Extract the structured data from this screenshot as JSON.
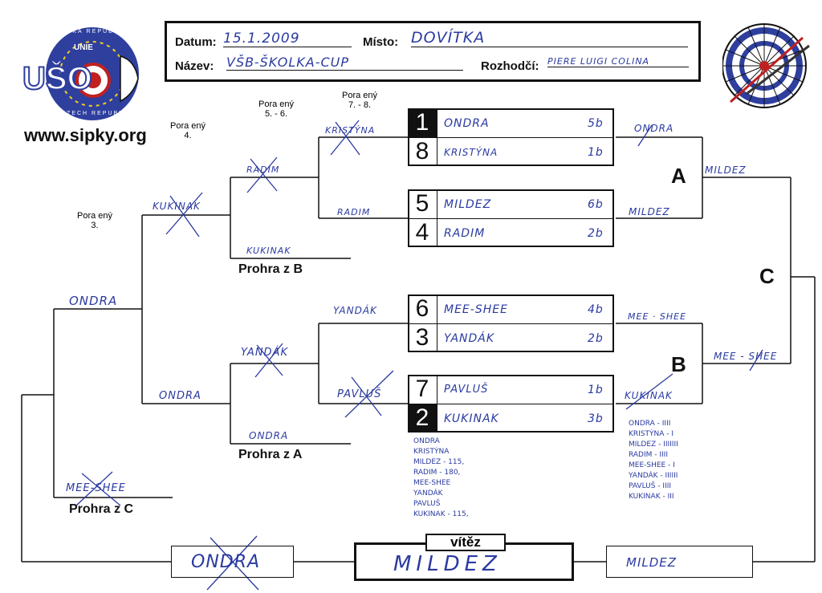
{
  "logo": {
    "org_text": "UNIE",
    "abbr": "UŠO",
    "ring_top": "ČESKÁ REPUBLIKA",
    "ring_bottom": "CZECH REPUBLIC",
    "website": "www.sipky.org"
  },
  "header": {
    "date_label": "Datum:",
    "date_value": "15.1.2009",
    "place_label": "Místo:",
    "place_value": "DOVÍTKA",
    "name_label": "Název:",
    "name_value": "VŠB-ŠKOLKA-CUP",
    "referee_label": "Rozhodčí:",
    "referee_value": "PIERE LUIGI COLINA"
  },
  "round_labels": {
    "r78": "Pora ený\n7. - 8.",
    "r56": "Pora ený\n5. - 6.",
    "r4": "Pora ený\n4.",
    "r3": "Pora ený\n3."
  },
  "sections": {
    "a": "A",
    "b": "B",
    "c": "C"
  },
  "loser_labels": {
    "from_b": "Prohra z B",
    "from_a": "Prohra z A",
    "from_c": "Prohra z C"
  },
  "matches": [
    {
      "seed": "1",
      "player": "ONDRA",
      "score": "5b"
    },
    {
      "seed": "8",
      "player": "KRISTÝNA",
      "score": "1b"
    },
    {
      "seed": "5",
      "player": "MILDEZ",
      "score": "6b"
    },
    {
      "seed": "4",
      "player": "RADIM",
      "score": "2b"
    },
    {
      "seed": "6",
      "player": "MEE-SHEE",
      "score": "4b"
    },
    {
      "seed": "3",
      "player": "YANDÁK",
      "score": "2b"
    },
    {
      "seed": "7",
      "player": "PAVLUŠ",
      "score": "1b"
    },
    {
      "seed": "2",
      "player": "KUKINAK",
      "score": "3b"
    }
  ],
  "bracket": {
    "w_ab_top": "ONDRA",
    "w_ab_bot": "MILDEZ",
    "w_a": "MILDEZ",
    "w_bb_top": "MEE · SHEE",
    "w_bb_bot": "KUKINAK",
    "w_b": "MEE - SHEE",
    "l_78": "KRISTÝNA",
    "l_radim": "RADIM",
    "l_56": "RADIM",
    "l_4": "KUKINAK",
    "l_loserb": "KUKINAK",
    "l_ondra3": "ONDRA",
    "l_yandak": "YANDÁK",
    "l_pavlus": "PAVLUŠ",
    "l_yandak2": "YANDÁK",
    "l_ondra2": "ONDRA",
    "l_losera": "ONDRA",
    "l_loserc": "MEE-SHEE"
  },
  "notes_left": [
    "ONDRA",
    "KRISTÝNA",
    "MILDEZ - 115,",
    "RADIM - 180,",
    "MEE-SHEE",
    "YANDÁK",
    "PAVLUŠ",
    "KUKINAK - 115,"
  ],
  "notes_right": [
    "ONDRA - IIII",
    "KRISTÝNA - I",
    "MILDEZ - IIIIIII",
    "RADIM - IIII",
    "MEE-SHEE - I",
    "YANDÁK - IIIIII",
    "PAVLUŠ - IIII",
    "KUKINAK - III"
  ],
  "final": {
    "winner_label": "vítěz",
    "winner": "MILDEZ",
    "left": "ONDRA",
    "right": "MILDEZ"
  }
}
